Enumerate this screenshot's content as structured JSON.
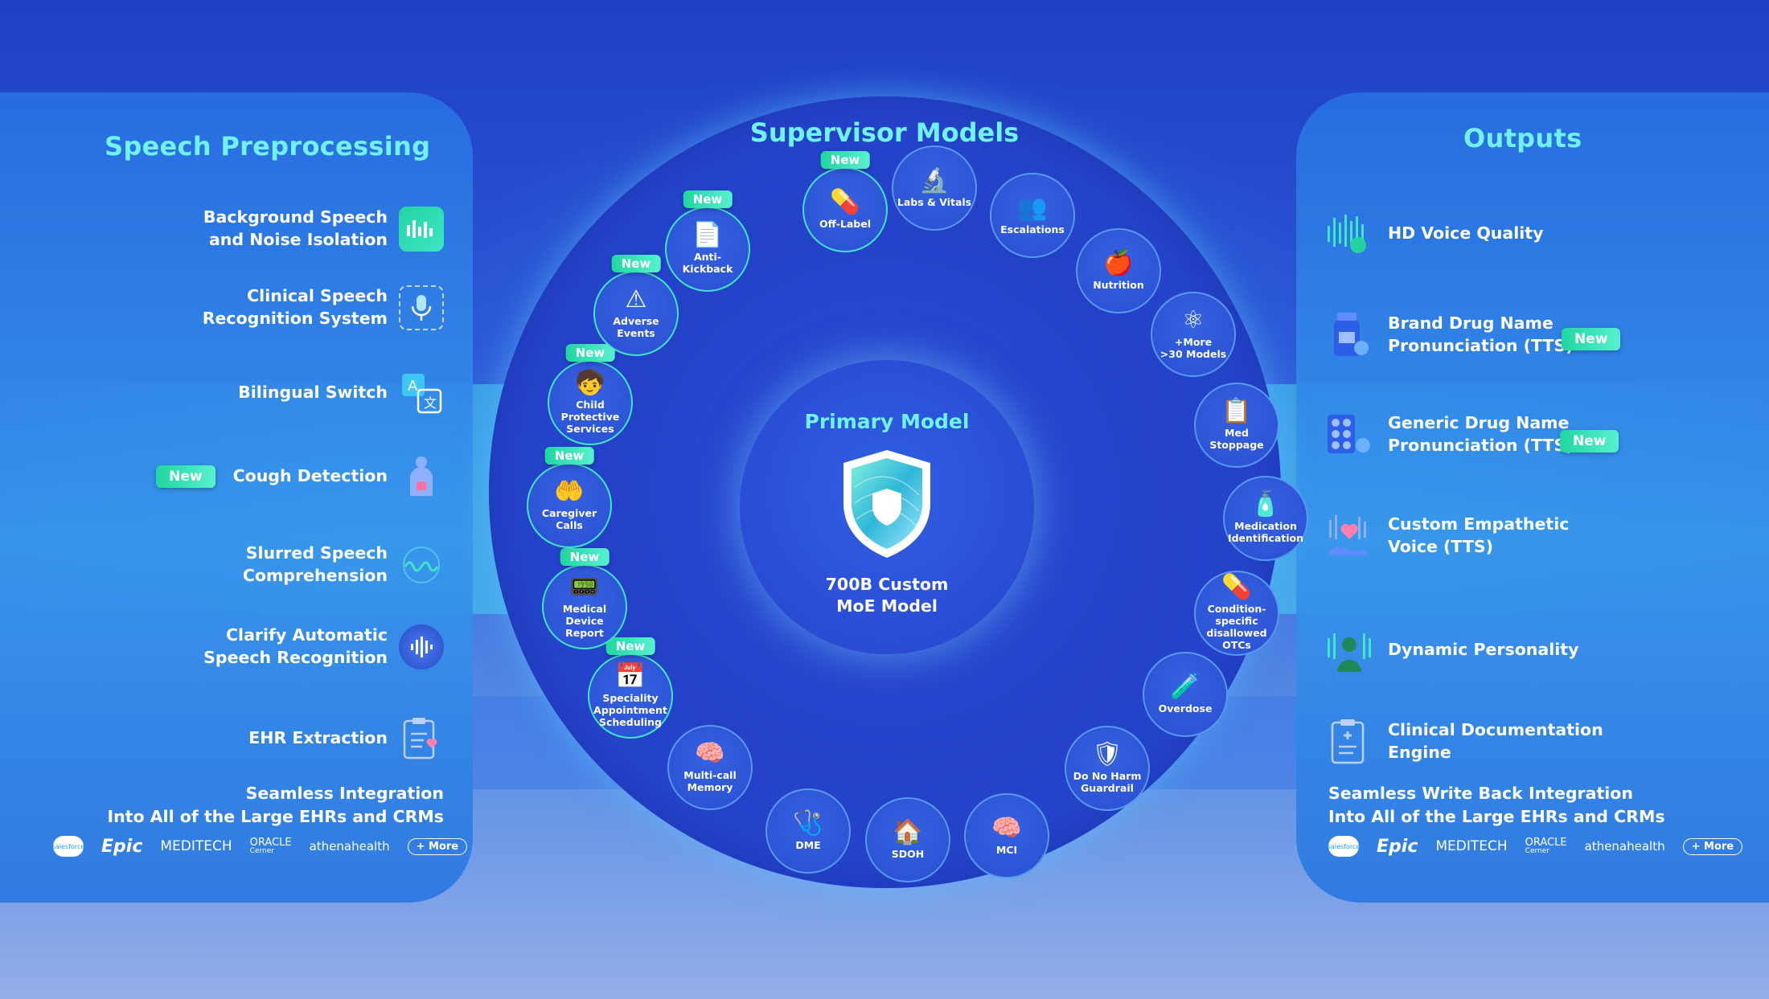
{
  "left": {
    "title": "Speech Preprocessing",
    "items": [
      {
        "label": "Background Speech\nand Noise Isolation",
        "icon": "sound-bars-icon",
        "new": false
      },
      {
        "label": "Clinical Speech\nRecognition System",
        "icon": "microphone-icon",
        "new": false
      },
      {
        "label": "Bilingual Switch",
        "icon": "translate-icon",
        "new": false
      },
      {
        "label": "Cough Detection",
        "icon": "lungs-icon",
        "new": true
      },
      {
        "label": "Slurred Speech\nComprehension",
        "icon": "wave-icon",
        "new": false
      },
      {
        "label": "Clarify Automatic\nSpeech Recognition",
        "icon": "audio-circle-icon",
        "new": false
      },
      {
        "label": "EHR Extraction",
        "icon": "clipboard-icon",
        "new": false
      }
    ],
    "integration": "Seamless Integration\nInto All of the Large EHRs and CRMs"
  },
  "right": {
    "title": "Outputs",
    "items": [
      {
        "label": "HD Voice Quality",
        "icon": "voice-wave-icon",
        "new": false
      },
      {
        "label": "Brand Drug Name\nPronunciation (TTS)",
        "icon": "pill-bottle-icon",
        "new": true
      },
      {
        "label": "Generic Drug Name\nPronunciation (TTS)",
        "icon": "pill-pack-icon",
        "new": true
      },
      {
        "label": "Custom  Empathetic\nVoice (TTS)",
        "icon": "hand-heart-icon",
        "new": false
      },
      {
        "label": "Dynamic Personality",
        "icon": "person-wave-icon",
        "new": false
      },
      {
        "label": "Clinical Documentation\nEngine",
        "icon": "clipboard-icon",
        "new": false
      }
    ],
    "integration": "Seamless Write Back Integration\nInto All of the Large EHRs and CRMs"
  },
  "logos": {
    "salesforce": "salesforce",
    "epic": "Epic",
    "meditech": "MEDITECH",
    "oracle": "ORACLE",
    "oracle_sub": "Cerner",
    "athena": "athenahealth",
    "more": "+ More"
  },
  "new_label": "New",
  "center": {
    "supervisor_title": "Supervisor Models",
    "primary_title": "Primary Model",
    "primary_desc": "700B Custom\nMoE Model",
    "nodes": [
      {
        "label": "Off-Label",
        "icon": "pill-bottle-icon",
        "glyph": "💊",
        "new": true
      },
      {
        "label": "Labs & Vitals",
        "icon": "microscope-icon",
        "glyph": "🔬",
        "new": false
      },
      {
        "label": "Escalations",
        "icon": "people-group-icon",
        "glyph": "👥",
        "new": false
      },
      {
        "label": "Nutrition",
        "icon": "checklist-apple-icon",
        "glyph": "🍎",
        "new": false
      },
      {
        "label": "+More\n>30 Models",
        "icon": "atom-icon",
        "glyph": "⚛",
        "new": false
      },
      {
        "label": "Med\nStoppage",
        "icon": "prescription-icon",
        "glyph": "📋",
        "new": false
      },
      {
        "label": "Medication\nIdentification",
        "icon": "medicine-bottle-icon",
        "glyph": "🧴",
        "new": false
      },
      {
        "label": "Condition-\nspecific\ndisallowed\nOTCs",
        "icon": "capsule-icon",
        "glyph": "💊",
        "new": false
      },
      {
        "label": "Overdose",
        "icon": "pill-jar-icon",
        "glyph": "🧪",
        "new": false
      },
      {
        "label": "Do No Harm\nGuardrail",
        "icon": "shield-check-icon",
        "glyph": "🛡",
        "new": false
      },
      {
        "label": "MCI",
        "icon": "head-brain-icon",
        "glyph": "🧠",
        "new": false
      },
      {
        "label": "SDOH",
        "icon": "house-icon",
        "glyph": "🏠",
        "new": false
      },
      {
        "label": "DME",
        "icon": "stethoscope-heart-icon",
        "glyph": "🩺",
        "new": false
      },
      {
        "label": "Multi-call\nMemory",
        "icon": "brain-icon",
        "glyph": "🧠",
        "new": false
      },
      {
        "label": "Speciality\nAppointment\nScheduling",
        "icon": "calendar-icon",
        "glyph": "📅",
        "new": true
      },
      {
        "label": "Medical\nDevice\nReport",
        "icon": "device-icon",
        "glyph": "📟",
        "new": true
      },
      {
        "label": "Caregiver\nCalls",
        "icon": "caring-hands-icon",
        "glyph": "🤲",
        "new": true
      },
      {
        "label": "Child\nProtective\nServices",
        "icon": "child-icon",
        "glyph": "🧒",
        "new": true
      },
      {
        "label": "Adverse\nEvents",
        "icon": "warning-people-icon",
        "glyph": "⚠",
        "new": true
      },
      {
        "label": "Anti-Kickback",
        "icon": "document-shield-icon",
        "glyph": "📄",
        "new": true
      }
    ]
  }
}
